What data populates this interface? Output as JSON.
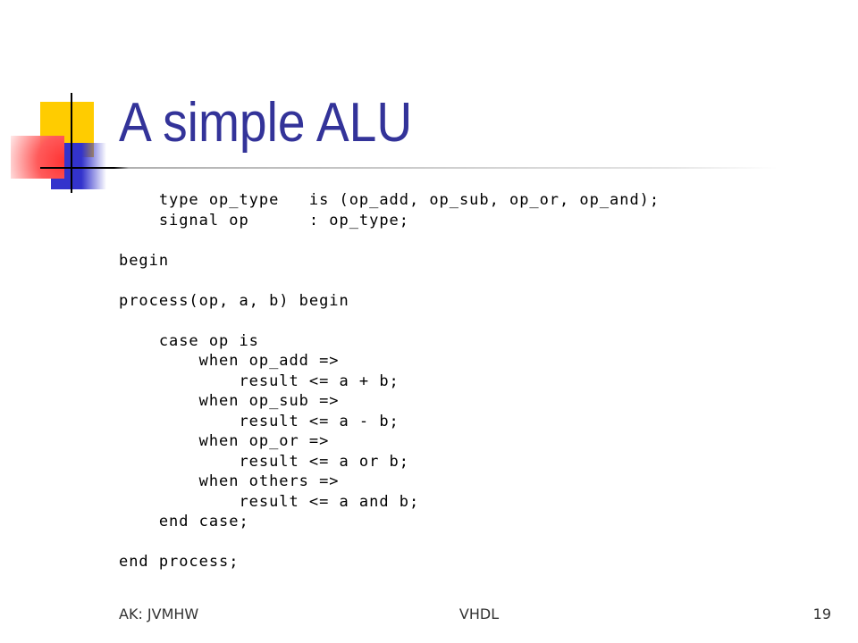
{
  "slide": {
    "title": "A simple ALU",
    "code_lines": [
      "    type op_type   is (op_add, op_sub, op_or, op_and);",
      "    signal op      : op_type;",
      "begin",
      "process(op, a, b) begin",
      "    case op is",
      "        when op_add =>",
      "            result <= a + b;",
      "        when op_sub =>",
      "            result <= a - b;",
      "        when op_or =>",
      "            result <= a or b;",
      "        when others =>",
      "            result <= a and b;",
      "    end case;",
      "end process;"
    ],
    "footer": {
      "left": "AK: JVMHW",
      "center": "VHDL",
      "right": "19"
    }
  },
  "colors": {
    "title": "#333399",
    "text": "#000000",
    "footer": "#333333",
    "accent_yellow": "#FFCC00",
    "accent_red": "#FF3333",
    "accent_blue": "#3333CC"
  }
}
